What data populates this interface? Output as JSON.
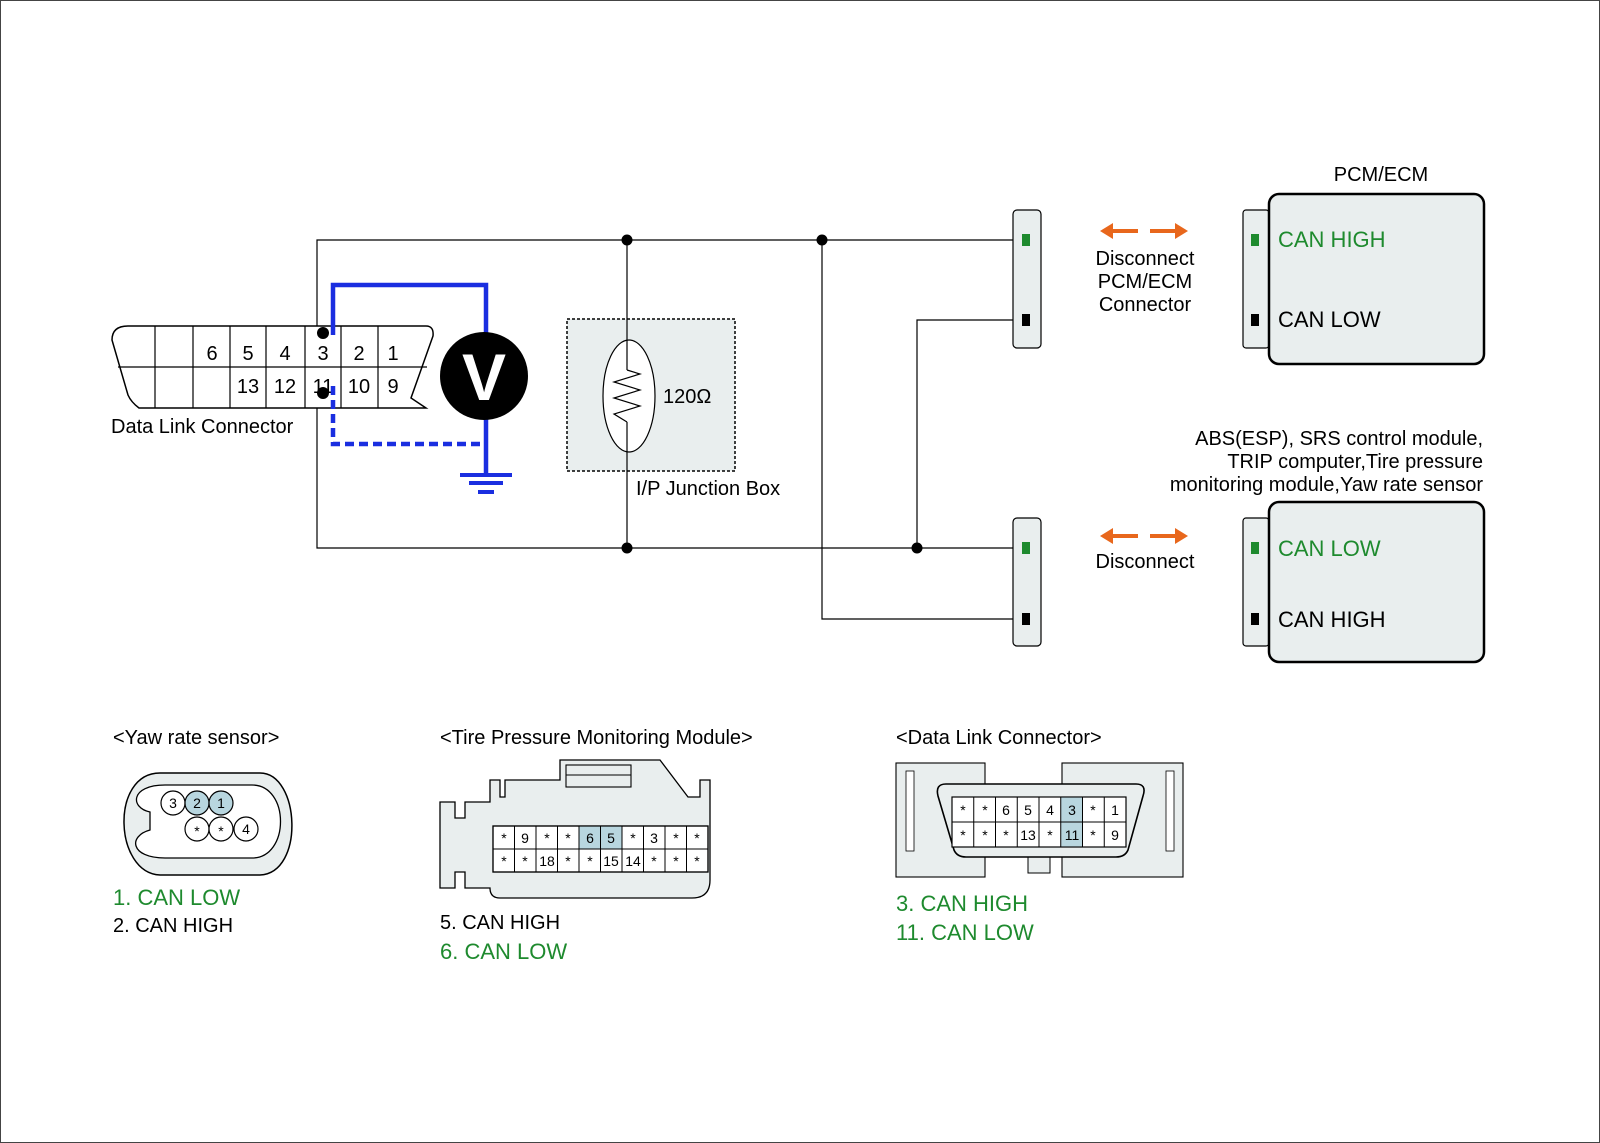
{
  "colors": {
    "meter_wire": "#1a2ee0",
    "arrow": "#e8671c",
    "can_green": "#1e8a2e",
    "module_fill": "#e9eeee",
    "pin_highlight": "#b8d6df"
  },
  "dlc_main": {
    "label": "Data Link Connector",
    "top_pins": [
      "6",
      "5",
      "4",
      "3",
      "2",
      "1"
    ],
    "bottom_pins": [
      "13",
      "12",
      "11",
      "10",
      "9"
    ]
  },
  "voltmeter": {
    "symbol": "V",
    "icon": "voltmeter-icon"
  },
  "junction_box": {
    "label": "I/P Junction Box",
    "resistor": "120Ω"
  },
  "pcm_ecm": {
    "title": "PCM/ECM",
    "pin_high": "CAN HIGH",
    "pin_low": "CAN LOW",
    "disconnect_label": [
      "Disconnect",
      "PCM/ECM",
      "Connector"
    ]
  },
  "other_modules": {
    "title_lines": [
      "ABS(ESP), SRS control module,",
      "TRIP computer,Tire pressure",
      "monitoring module,Yaw rate sensor"
    ],
    "pin_low": "CAN LOW",
    "pin_high": "CAN HIGH",
    "disconnect_label": "Disconnect"
  },
  "yaw_sensor": {
    "title": "<Yaw rate sensor>",
    "pins_top": [
      "3",
      "2",
      "1"
    ],
    "pins_bottom": [
      "*",
      "*",
      "4"
    ],
    "legend": [
      "1. CAN LOW",
      "2. CAN HIGH"
    ]
  },
  "tpms": {
    "title": "<Tire Pressure Monitoring Module>",
    "row1": [
      "*",
      "9",
      "*",
      "*",
      "6",
      "5",
      "*",
      "3",
      "*",
      "*"
    ],
    "row2": [
      "*",
      "*",
      "18",
      "*",
      "*",
      "15",
      "14",
      "*",
      "*",
      "*"
    ],
    "legend": [
      "5. CAN HIGH",
      "6. CAN LOW"
    ]
  },
  "dlc_detail": {
    "title": "<Data Link Connector>",
    "row1": [
      "*",
      "*",
      "6",
      "5",
      "4",
      "3",
      "*",
      "1"
    ],
    "row2": [
      "*",
      "*",
      "*",
      "13",
      "*",
      "11",
      "*",
      "9"
    ],
    "legend": [
      "3. CAN HIGH",
      "11. CAN LOW"
    ]
  }
}
